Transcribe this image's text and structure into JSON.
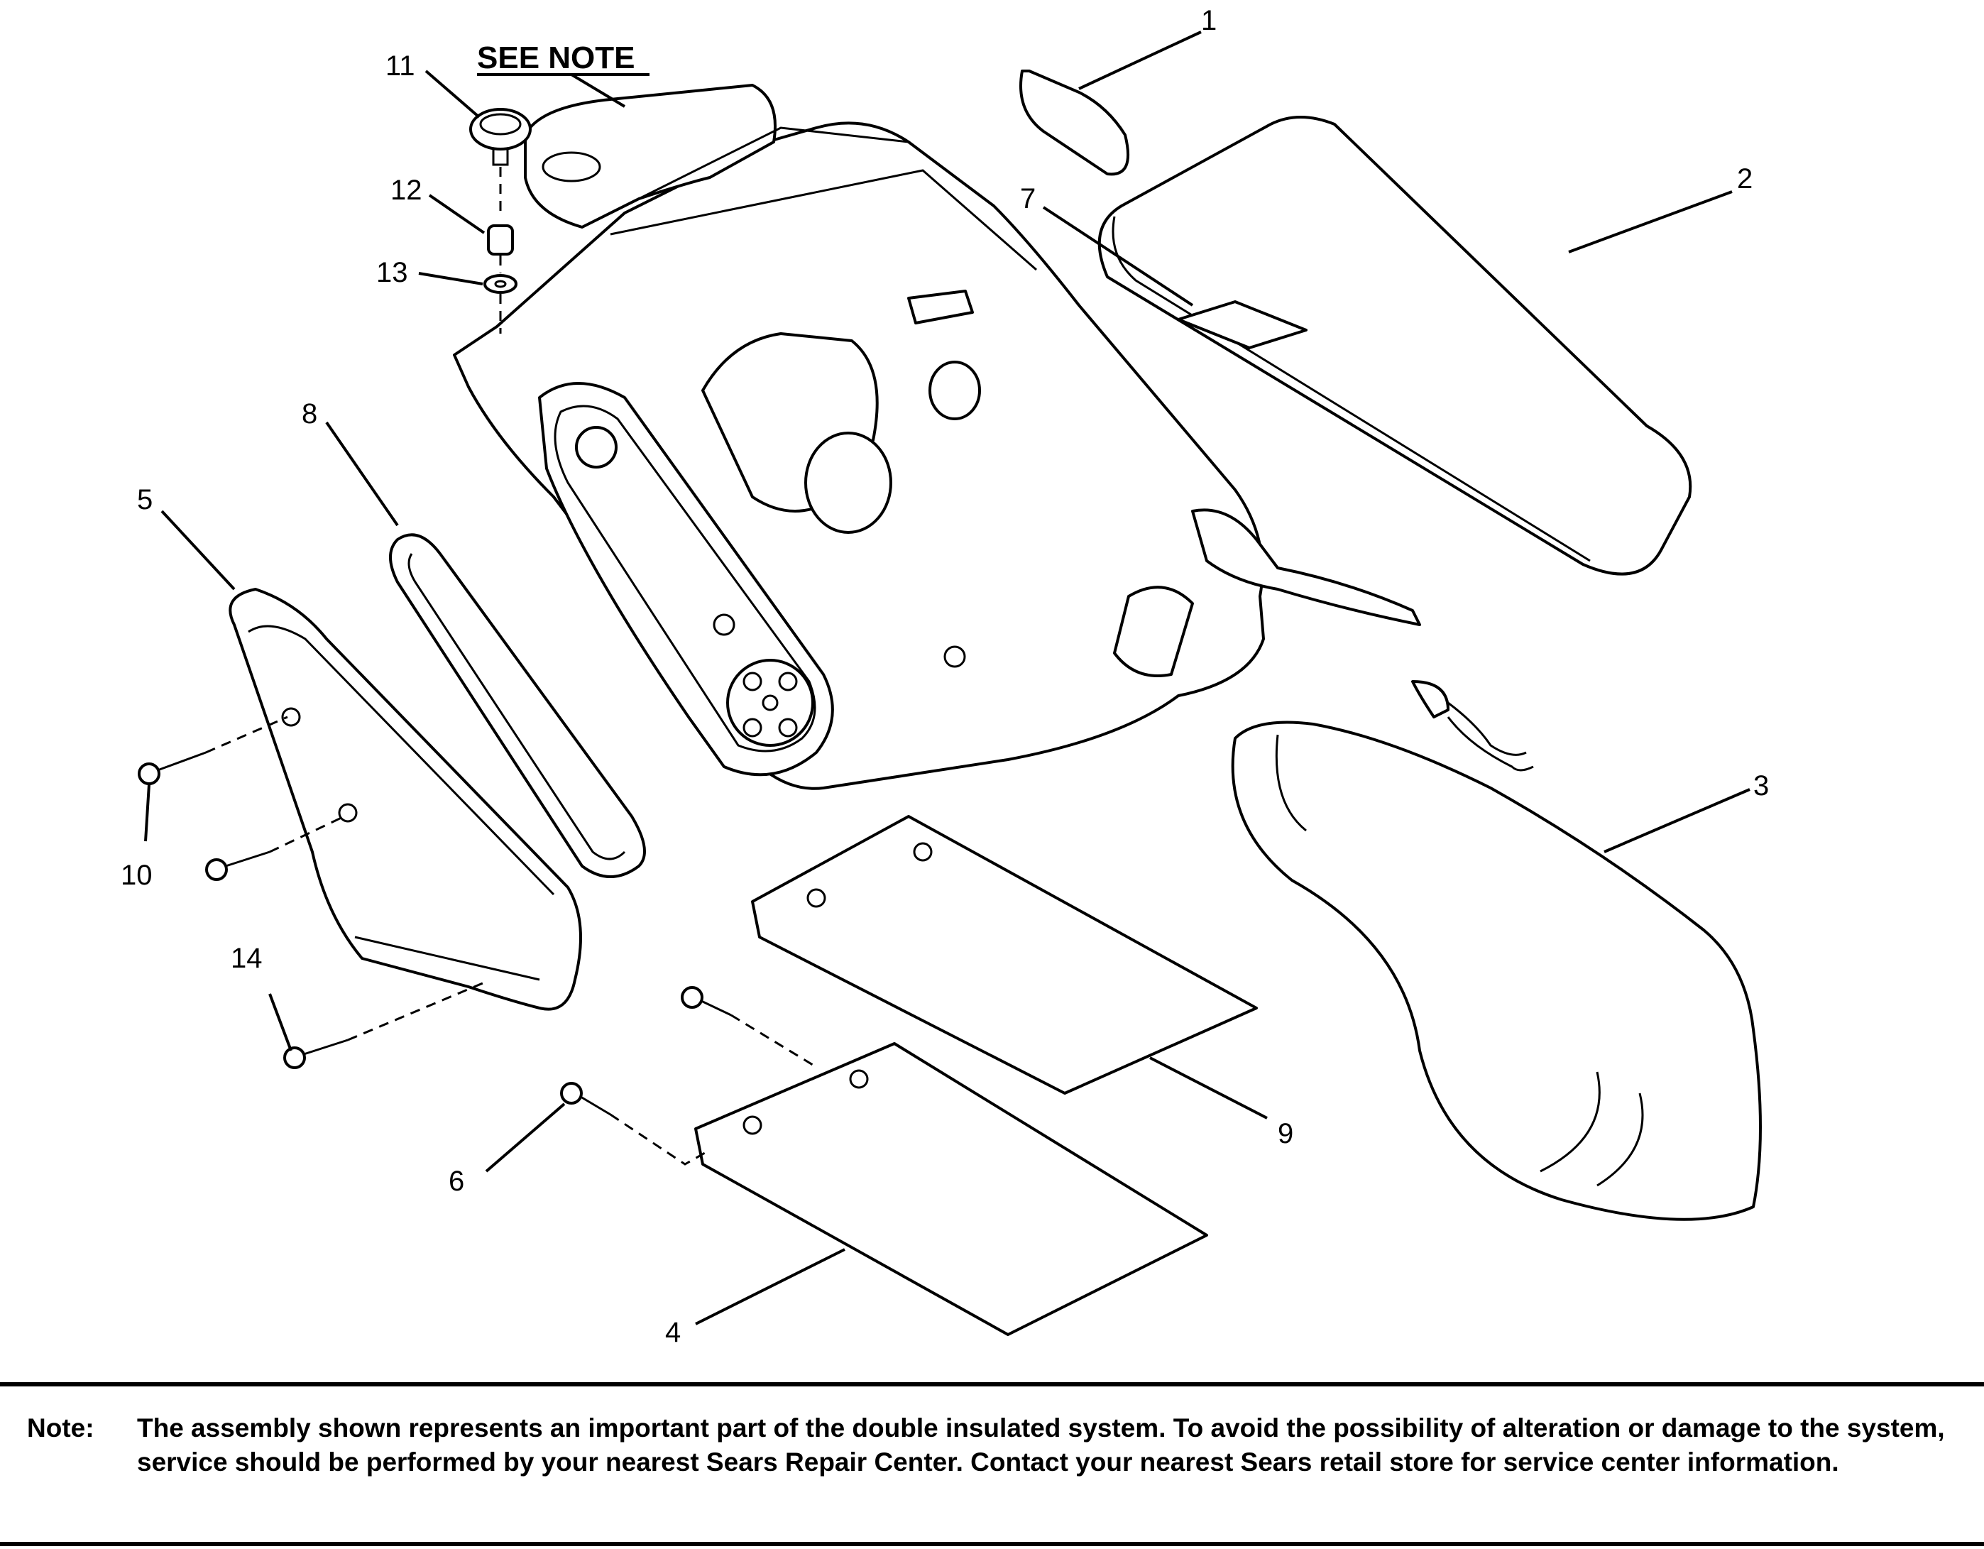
{
  "diagram": {
    "see_note": "SEE NOTE",
    "callouts": [
      "1",
      "2",
      "3",
      "4",
      "5",
      "6",
      "7",
      "8",
      "9",
      "10",
      "11",
      "12",
      "13",
      "14"
    ]
  },
  "note": {
    "label": "Note:",
    "text": "The assembly shown represents an important part of the double insulated system. To avoid the possibility of alteration or damage to the system, service should be performed by your nearest Sears Repair Center. Contact your nearest Sears retail store for service center information."
  }
}
